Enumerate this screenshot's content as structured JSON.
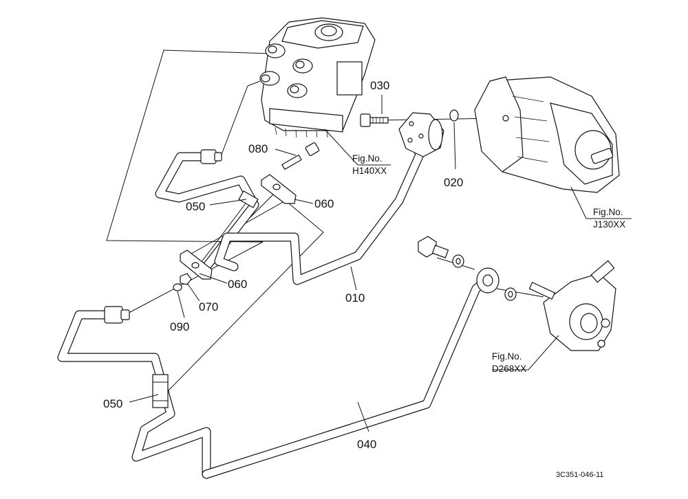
{
  "diagram": {
    "callouts": [
      {
        "id": "010",
        "label": "010"
      },
      {
        "id": "020",
        "label": "020"
      },
      {
        "id": "030",
        "label": "030"
      },
      {
        "id": "040",
        "label": "040"
      },
      {
        "id": "050a",
        "label": "050"
      },
      {
        "id": "050b",
        "label": "050"
      },
      {
        "id": "060a",
        "label": "060"
      },
      {
        "id": "060b",
        "label": "060"
      },
      {
        "id": "070",
        "label": "070"
      },
      {
        "id": "080",
        "label": "080"
      },
      {
        "id": "090",
        "label": "090"
      }
    ],
    "figure_refs": [
      {
        "id": "h140",
        "prefix": "Fig.No.",
        "number": "H140XX"
      },
      {
        "id": "j130",
        "prefix": "Fig.No.",
        "number": "J130XX"
      },
      {
        "id": "d268",
        "prefix": "Fig.No.",
        "number": "D268XX"
      }
    ],
    "drawing_code": "3C351-046-11"
  }
}
